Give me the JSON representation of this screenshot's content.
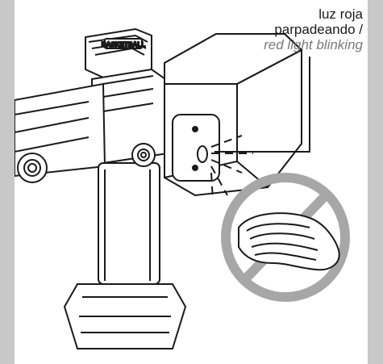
{
  "label": {
    "spanish_line1": "luz roja",
    "spanish_line2": "parpadeando /",
    "english": "red light blinking"
  },
  "valve_cap_text": "BASKETBALL",
  "colors": {
    "outer_border": "#c8c8c8",
    "line": "#1a1a1a",
    "prohibition": "#a7a7a7",
    "english_text": "#7a7a7a"
  },
  "icons": [
    "flush-valve",
    "sensor-module",
    "hand-icon",
    "prohibition-icon"
  ]
}
